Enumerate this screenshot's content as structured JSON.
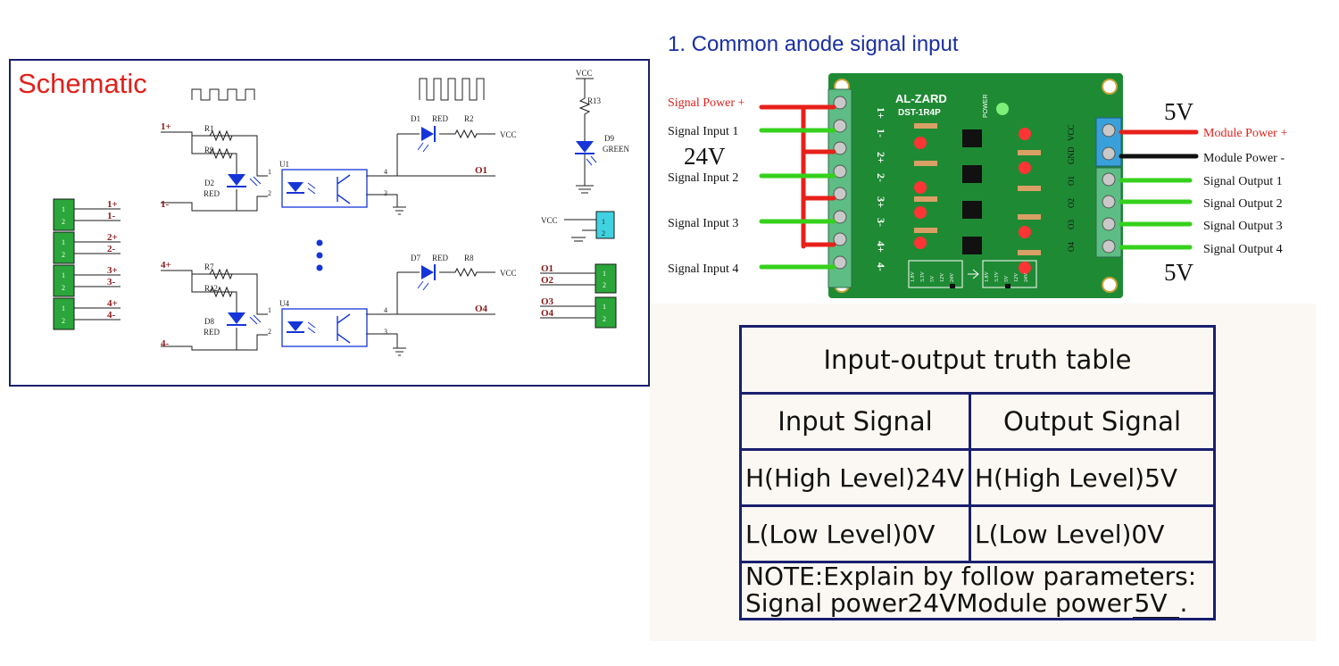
{
  "schematic": {
    "title": "Schematic",
    "channel1": {
      "in_pos": "1+",
      "in_neg": "1-",
      "r_a": "R1",
      "r_b": "R9",
      "led": "D2",
      "led_color": "RED",
      "opto": "U1",
      "out_led": "D1",
      "out_led_color": "RED",
      "out_res": "R2",
      "out": "O1",
      "pin1": "1",
      "pin2": "2",
      "pin3": "3",
      "pin4": "4"
    },
    "channel4": {
      "in_pos": "4+",
      "in_neg": "4-",
      "r_a": "R7",
      "r_b": "R12",
      "led": "D8",
      "led_color": "RED",
      "opto": "U4",
      "out_led": "D7",
      "out_led_color": "RED",
      "out_res": "R8",
      "out": "O4",
      "pin1": "1",
      "pin2": "2",
      "pin3": "3",
      "pin4": "4"
    },
    "vcc": "VCC",
    "power_led": "D9",
    "power_led_color": "GREEN",
    "power_res": "R13",
    "left_terminals": [
      "1+",
      "1-",
      "2+",
      "2-",
      "3+",
      "3-",
      "4+",
      "4-"
    ],
    "right_terminals": [
      "O1",
      "O2",
      "O3",
      "O4"
    ],
    "pin_a": "1",
    "pin_b": "2"
  },
  "wiring": {
    "title": "1. Common anode signal input",
    "signal_power_label": "Signal Power +",
    "signal_inputs": [
      "Signal Input 1",
      "Signal Input 2",
      "Signal Input 3",
      "Signal Input 4"
    ],
    "signal_voltage": "24V",
    "module_voltage_top": "5V",
    "module_voltage_bottom": "5V",
    "module_power_pos": "Module Power +",
    "module_power_neg": "Module Power -",
    "signal_outputs": [
      "Signal Output 1",
      "Signal Output 2",
      "Signal Output 3",
      "Signal Output 4"
    ],
    "board": {
      "brand": "AL-ZARD",
      "model": "DST-1R4P",
      "power_label": "POWER",
      "input_pins": [
        "1+",
        "1-",
        "2+",
        "2-",
        "3+",
        "3-",
        "4+",
        "4-"
      ],
      "output_pins": [
        "VCC",
        "GND",
        "O1",
        "O2",
        "O3",
        "O4"
      ],
      "voltage_options_left": [
        "1.8V",
        "3.3V",
        "5V",
        "12V",
        "24V"
      ],
      "voltage_options_right": [
        "1.8V",
        "3.3V",
        "5V",
        "12V",
        "24V"
      ]
    },
    "colors": {
      "power_wire": "#e8201a",
      "signal_wire": "#35d11c",
      "ground_wire": "#111111",
      "board": "#1f8a34",
      "terminal_input": "#5dbd84",
      "terminal_vcc": "#3aa0d9"
    }
  },
  "truth_table": {
    "title": "Input-output truth table",
    "col_input": "Input Signal",
    "col_output": "Output Signal",
    "rows": [
      {
        "input": "H(High Level)24V",
        "output": "H(High Level)5V"
      },
      {
        "input": "L(Low Level)0V",
        "output": "L(Low Level)0V"
      }
    ],
    "note_line1": "NOTE:Explain by follow parameters:",
    "note_line2_a": "Signal power",
    "note_line2_sig": "24V",
    "note_line2_b": "Module power",
    "note_line2_mod": "5V",
    "note_line2_end": "."
  }
}
